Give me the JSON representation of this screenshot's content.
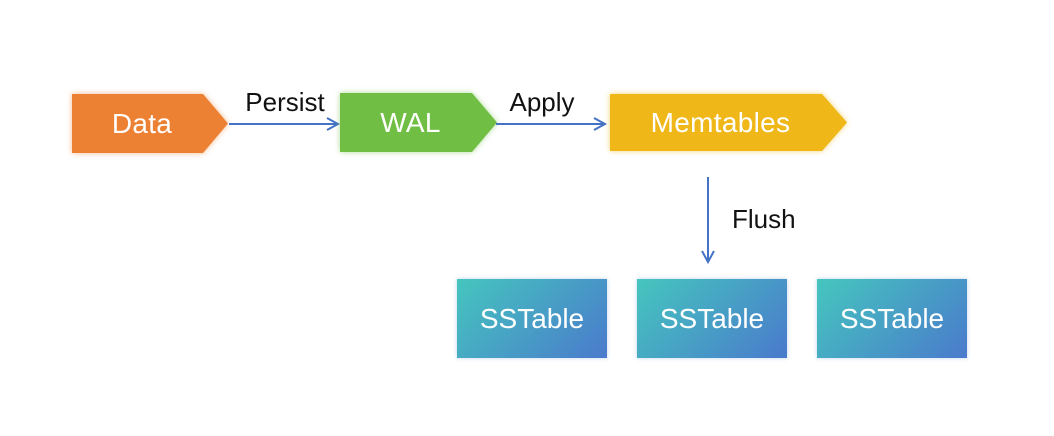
{
  "diagram": {
    "nodes": {
      "data": {
        "label": "Data",
        "color": "#ED8133",
        "shape": "chevron"
      },
      "wal": {
        "label": "WAL",
        "color": "#70BF44",
        "shape": "chevron"
      },
      "memtables": {
        "label": "Memtables",
        "color": "#EFB718",
        "shape": "chevron"
      }
    },
    "sstables": [
      {
        "label": "SSTable"
      },
      {
        "label": "SSTable"
      },
      {
        "label": "SSTable"
      }
    ],
    "edges": {
      "persist": {
        "label": "Persist",
        "from": "Data",
        "to": "WAL",
        "direction": "right"
      },
      "apply": {
        "label": "Apply",
        "from": "WAL",
        "to": "Memtables",
        "direction": "right"
      },
      "flush": {
        "label": "Flush",
        "from": "Memtables",
        "to": "SSTable",
        "direction": "down"
      }
    },
    "colors": {
      "arrow": "#4472C4",
      "edge_label_text": "#111111",
      "node_text": "#FFFFFF",
      "sstable_gradient_start": "#45C6BE",
      "sstable_gradient_end": "#4A7ACC",
      "background": "#FFFFFF"
    }
  }
}
